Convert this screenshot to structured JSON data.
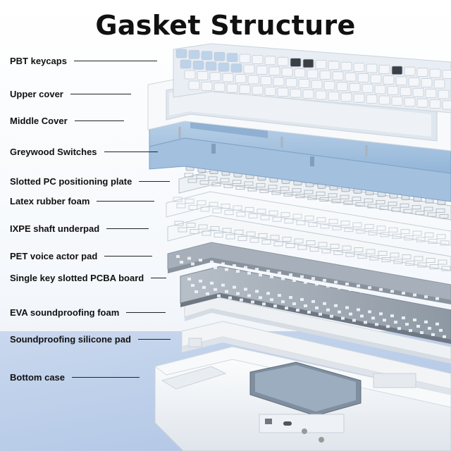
{
  "title": "Gasket Structure",
  "layers": [
    {
      "id": "pbt-keycaps",
      "label": "PBT keycaps"
    },
    {
      "id": "upper-cover",
      "label": "Upper cover"
    },
    {
      "id": "middle-cover",
      "label": "Middle Cover"
    },
    {
      "id": "greywood-switches",
      "label": "Greywood  Switches"
    },
    {
      "id": "slotted-pc-positioning-plate",
      "label": "Slotted PC positioning plate"
    },
    {
      "id": "latex-rubber-foam",
      "label": "Latex rubber foam"
    },
    {
      "id": "ixpe-shaft-underpad",
      "label": "IXPE shaft underpad"
    },
    {
      "id": "pet-voice-actor-pad",
      "label": "PET voice actor pad"
    },
    {
      "id": "single-key-slotted-pcba-board",
      "label": "Single key slotted PCBA board"
    },
    {
      "id": "eva-soundproofing-foam",
      "label": "EVA soundproofing foam"
    },
    {
      "id": "soundproofing-silicone-pad",
      "label": "Soundproofing silicone pad"
    },
    {
      "id": "bottom-case",
      "label": "Bottom case"
    }
  ],
  "colors": {
    "keycap_white": "#f4f6f9",
    "keycap_blue": "#bcd3ea",
    "keycap_dark": "#3b3f46",
    "middle_cover_blue": "#a9c6e2",
    "plate_grey": "#9aa3ad",
    "floor_blue": "#b7cbe8"
  }
}
